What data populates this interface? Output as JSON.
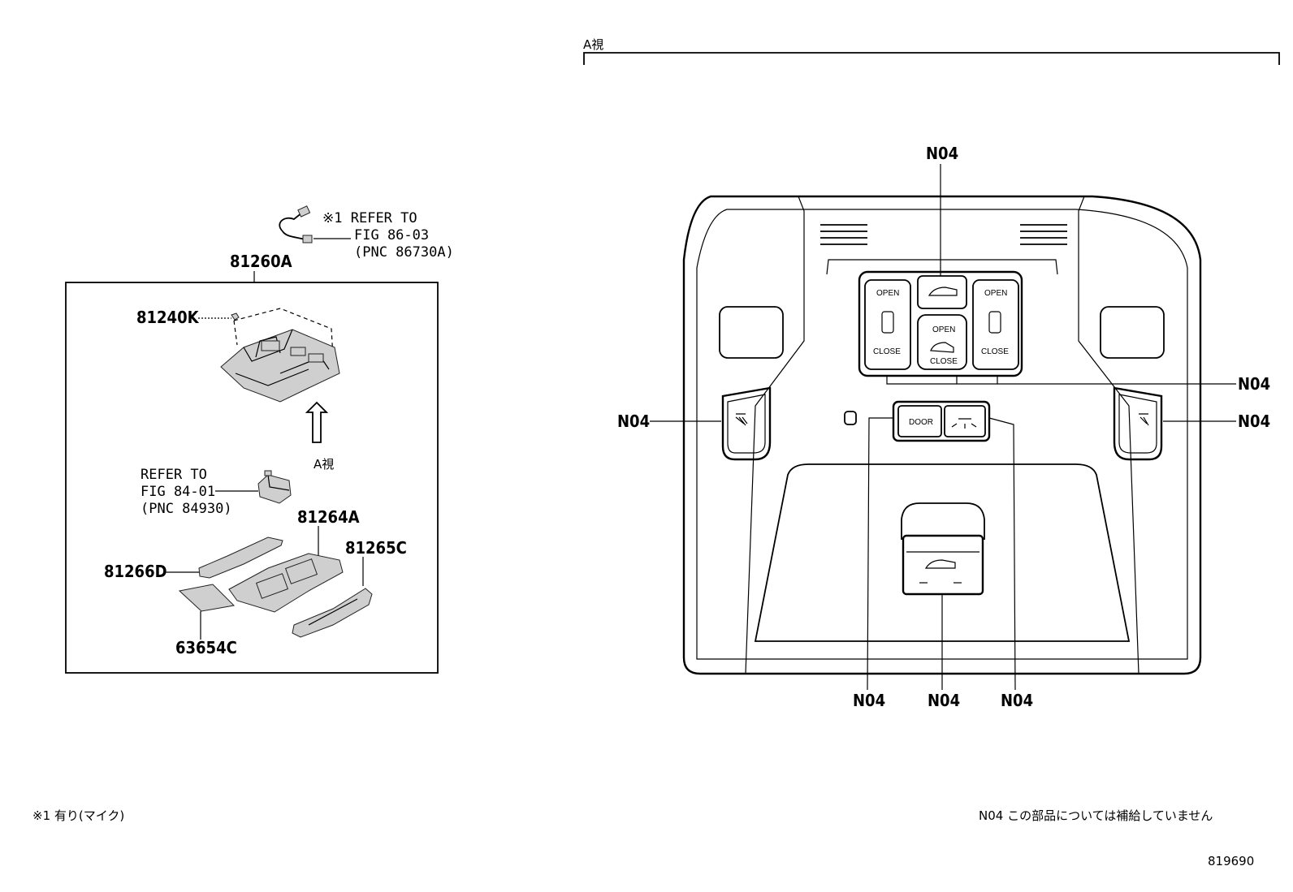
{
  "left_panel": {
    "assembly_code": "81260A",
    "ref_mic": {
      "mark": "※1",
      "line1": "REFER TO",
      "line2": "FIG 86-03",
      "line3": "(PNC 86730A)"
    },
    "part_81240K": "81240K",
    "view_arrow_label": "A視",
    "ref_unit": {
      "line1": "REFER TO",
      "line2": "FIG 84-01",
      "line3": "(PNC 84930)"
    },
    "part_81264A": "81264A",
    "part_81265C": "81265C",
    "part_81266D": "81266D",
    "part_63654C": "63654C"
  },
  "right_panel": {
    "view_title": "A視",
    "callout_label": "N04",
    "switch_labels": {
      "open": "OPEN",
      "close": "CLOSE",
      "door": "DOOR"
    }
  },
  "footer": {
    "left_note": "※1 有り(マイク)",
    "right_note": "N04 この部品については補給していません",
    "figure_number": "819690"
  }
}
